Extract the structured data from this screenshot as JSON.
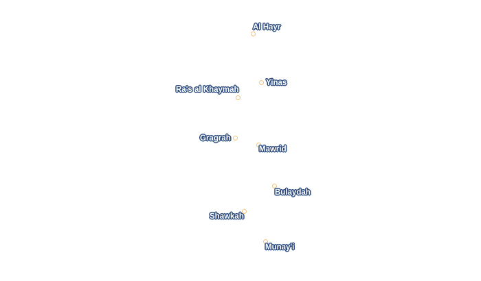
{
  "map": {
    "places": [
      {
        "name": "Al Hayr"
      },
      {
        "name": "Yinas"
      },
      {
        "name": "Ra's al Khaymah"
      },
      {
        "name": "Gragrah"
      },
      {
        "name": "Mawrid"
      },
      {
        "name": "Bulaydah"
      },
      {
        "name": "Shawkah"
      },
      {
        "name": "Munay'i"
      }
    ],
    "colors": {
      "marker_stroke": "#f0c27a",
      "label_fill": "#ffffff",
      "label_halo": "#2b4a7e",
      "background": "#ffffff"
    }
  }
}
